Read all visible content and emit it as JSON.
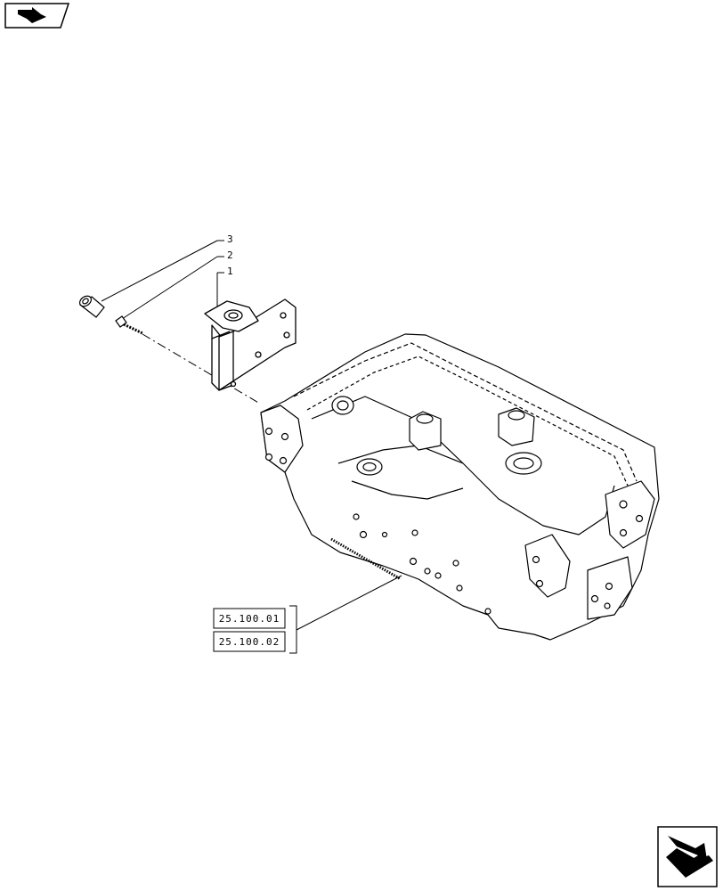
{
  "nav": {
    "prev_icon": "page-back-arrow-icon",
    "next_icon": "page-forward-arrow-icon"
  },
  "callouts": [
    "3",
    "2",
    "1"
  ],
  "references": [
    "25.100.01",
    "25.100.02"
  ],
  "parts": {
    "item1": "bracket",
    "item2": "bolt",
    "item3": "sleeve"
  }
}
